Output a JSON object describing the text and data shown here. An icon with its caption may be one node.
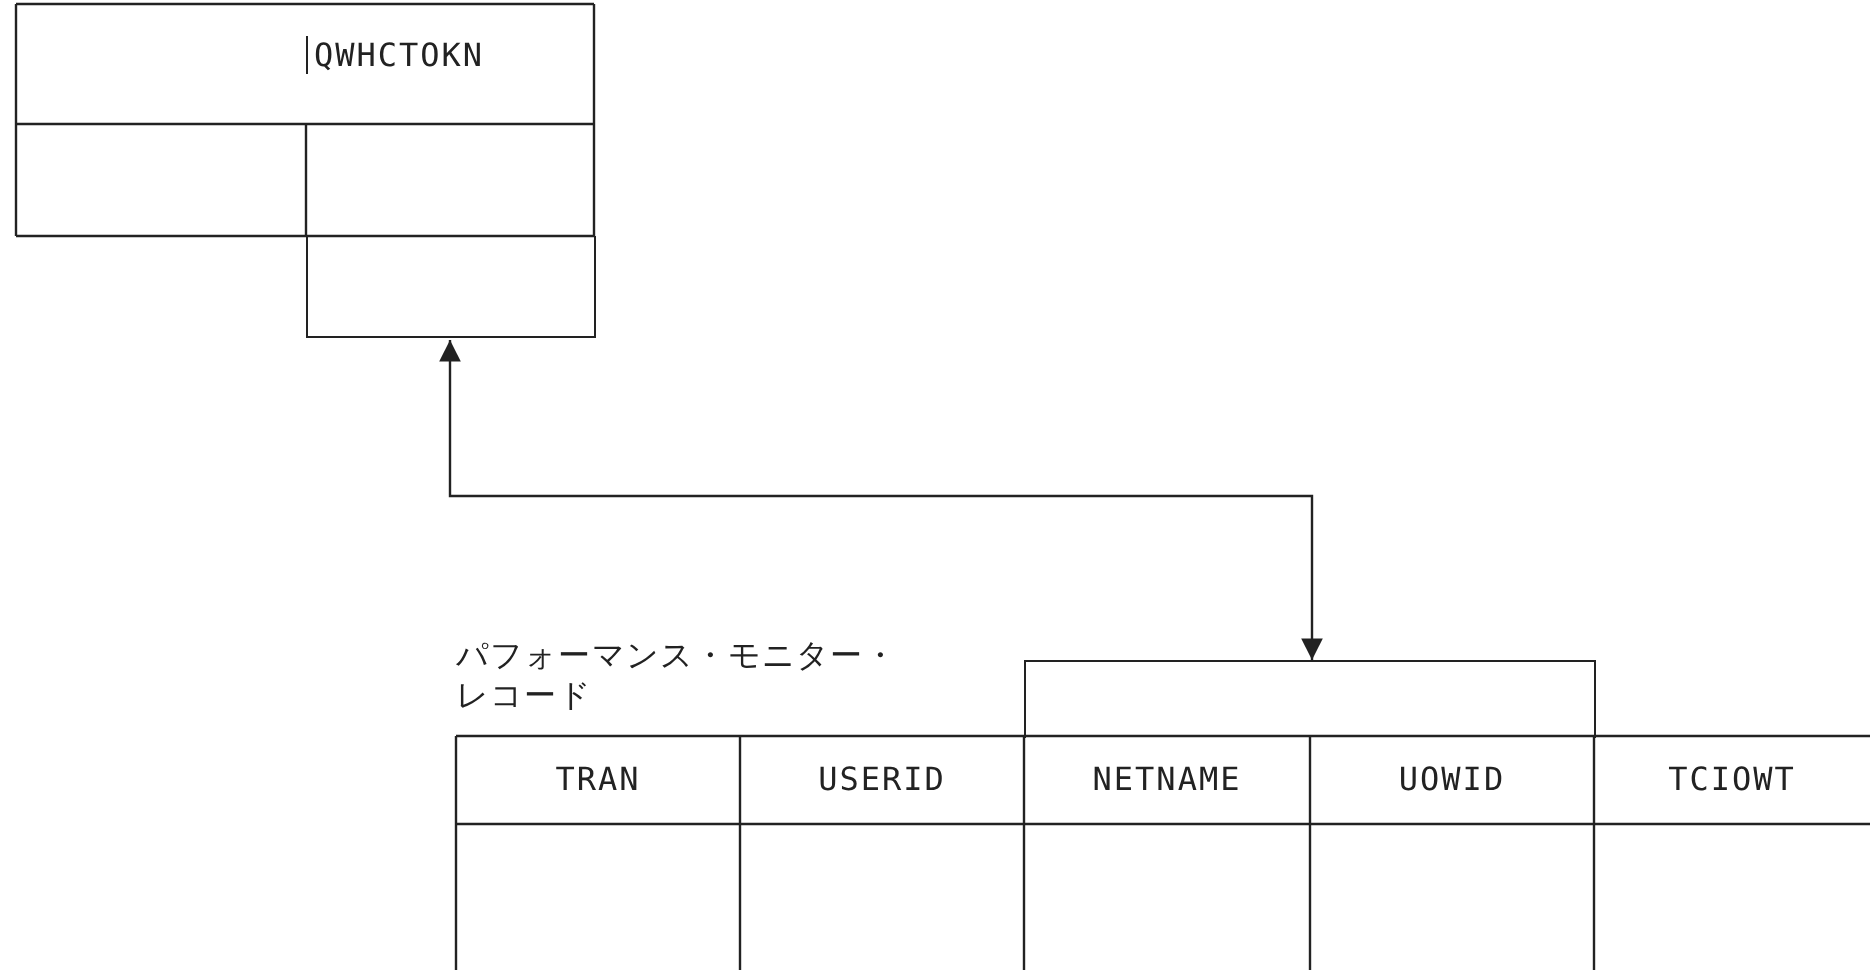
{
  "diagram": {
    "nodes": [
      {
        "text": [],
        "shape": "bracket"
      },
      {
        "text": [],
        "shape": "bracket"
      }
    ],
    "edges": [
      {
        "from": 0,
        "to": 1,
        "arrow": "both"
      }
    ],
    "labels": [
      "QWHCTOKN",
      "パフォーマンス・モニター・レコード",
      "TRAN",
      "USERID",
      "NETNAME",
      "UOWID",
      "TCIOWT"
    ]
  }
}
